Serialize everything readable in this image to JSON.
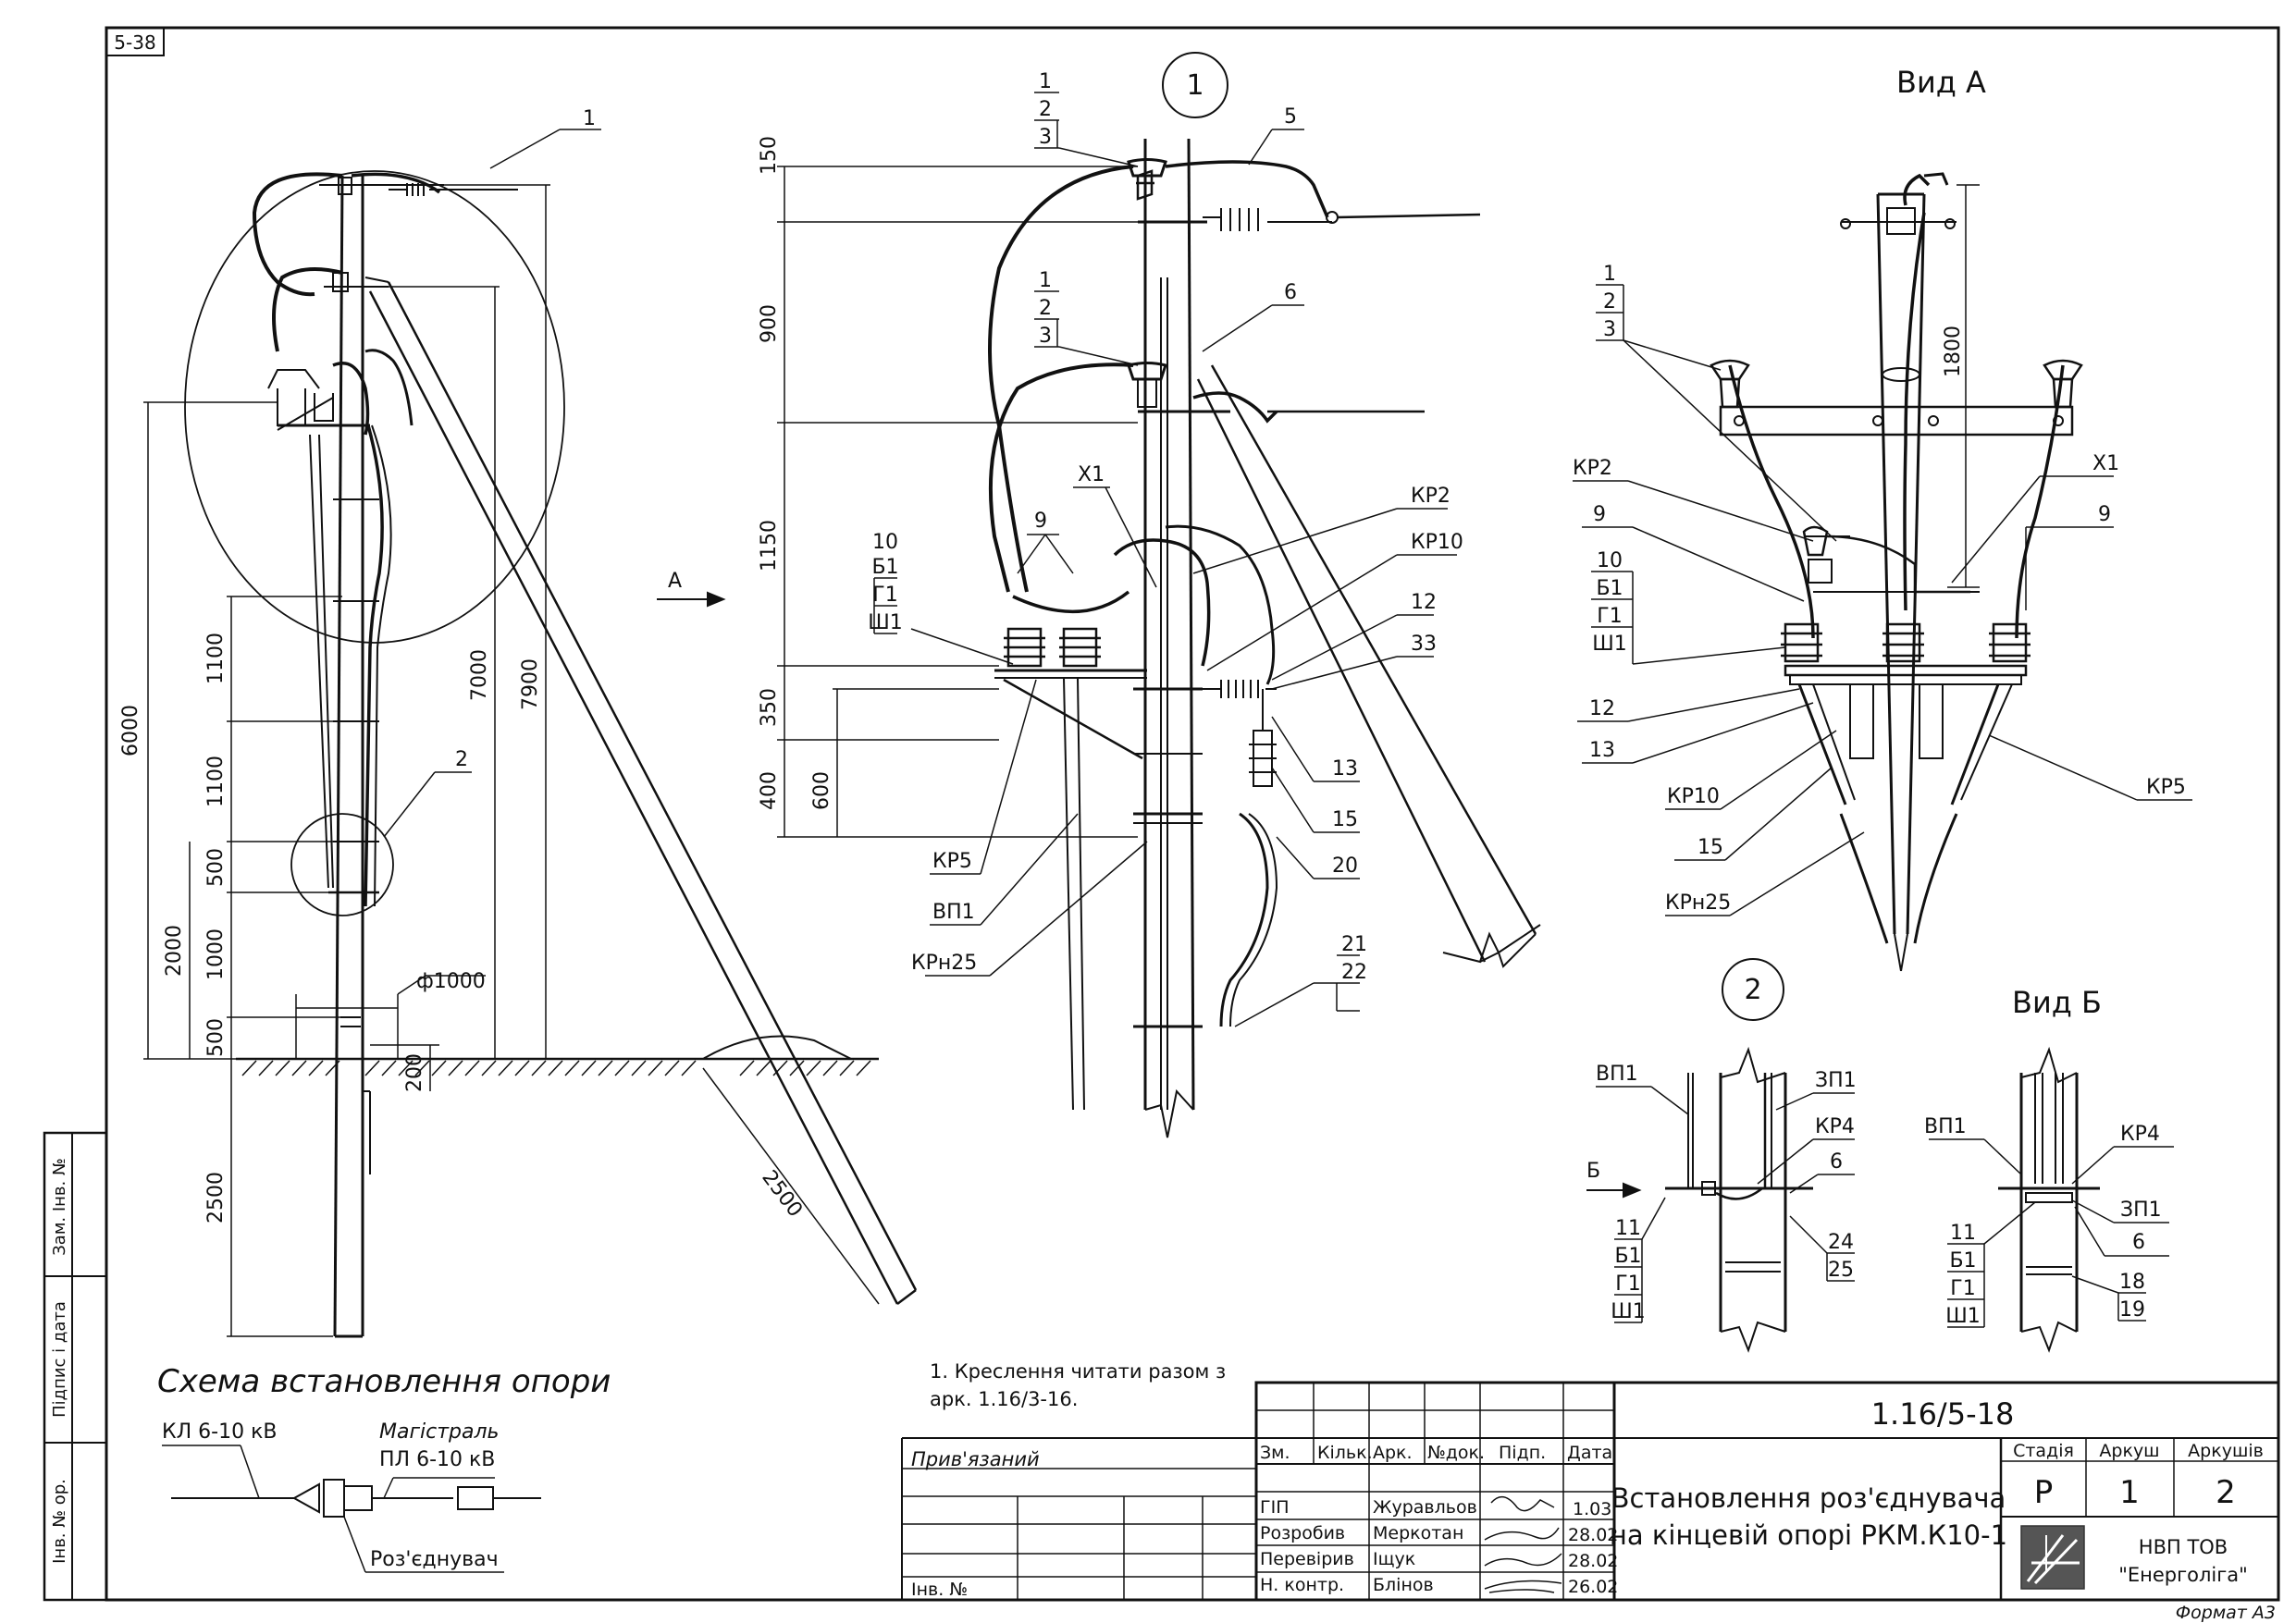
{
  "sheet": {
    "corner_label": "5-38",
    "format_label": "Формат А3"
  },
  "side_stamp": {
    "f1": "Інв. № ор.",
    "f2": "Підпис і дата",
    "f3": "Зам. Інв. №"
  },
  "main_view": {
    "callouts": [
      "1",
      "2"
    ],
    "dims": {
      "d6000": "6000",
      "d1100a": "1100",
      "d1100b": "1100",
      "d500a": "500",
      "d1000": "1000",
      "d500b": "500",
      "d2000": "2000",
      "d2500": "2500",
      "d7000": "7000",
      "d7900": "7900",
      "d200": "200",
      "d2500s": "2500",
      "phi": "ф1000"
    },
    "arrow_label": "А"
  },
  "detail1": {
    "label": "1",
    "stack_top": [
      "1",
      "2",
      "3"
    ],
    "stack_mid": [
      "1",
      "2",
      "3"
    ],
    "stack_left": [
      "10",
      "Б1",
      "Г1",
      "Ш1"
    ],
    "labels": {
      "l5": "5",
      "l6": "6",
      "l9": "9",
      "x1": "Х1",
      "kp2": "КР2",
      "kp10": "КР10",
      "l12": "12",
      "l33": "33",
      "l13": "13",
      "l15": "15",
      "l20": "20",
      "kp5": "КР5",
      "vp1": "ВП1",
      "kpn25": "КРн25",
      "l21": "21",
      "l22": "22"
    },
    "dims": {
      "d150": "150",
      "d900": "900",
      "d1150": "1150",
      "d350": "350",
      "d400": "400",
      "d600": "600"
    }
  },
  "view_a": {
    "title": "Вид А",
    "stack_left": [
      "1",
      "2",
      "3"
    ],
    "stack_10": [
      "10",
      "Б1",
      "Г1",
      "Ш1"
    ],
    "labels": {
      "kp2": "КР2",
      "l9l": "9",
      "x1": "Х1",
      "l9r": "9",
      "l12": "12",
      "l13": "13",
      "kp10": "КР10",
      "l15": "15",
      "kpn25": "КРн25",
      "kp5": "КР5"
    },
    "dim1800": "1800"
  },
  "detail2": {
    "label": "2",
    "labels": {
      "vp1": "ВП1",
      "zp1": "ЗП1",
      "kp4": "КР4",
      "b": "Б",
      "l6": "6"
    },
    "stack_11": [
      "11",
      "Б1",
      "Г1",
      "Ш1"
    ],
    "stack_24": [
      "24",
      "25"
    ]
  },
  "view_b": {
    "title": "Вид Б",
    "labels": {
      "vp1": "ВП1",
      "kp4": "КР4",
      "zp1": "ЗП1",
      "l6": "6"
    },
    "stack_11": [
      "11",
      "Б1",
      "Г1",
      "Ш1"
    ],
    "stack_18": [
      "18",
      "19"
    ]
  },
  "scheme": {
    "title": "Схема встановлення опори",
    "kl": "КЛ 6-10 кВ",
    "mag1": "Магістраль",
    "mag2": "ПЛ 6-10 кВ",
    "razed": "Роз'єднувач"
  },
  "notes": {
    "line1": "1. Креслення читати разом з",
    "line2": "арк. 1.16/3-16."
  },
  "title_block": {
    "code": "1.16/5-18",
    "pryv": "Прив'язаний",
    "inv": "Інв. №",
    "headers": [
      "Зм.",
      "Кільк.",
      "Арк.",
      "№док.",
      "Підп.",
      "Дата"
    ],
    "rows": [
      {
        "role": "ГІП",
        "name": "Журавльов",
        "date": "1.03"
      },
      {
        "role": "Розробив",
        "name": "Меркотан",
        "date": "28.02"
      },
      {
        "role": "Перевірив",
        "name": "Іщук",
        "date": "28.02"
      },
      {
        "role": "Н. контр.",
        "name": "Блінов",
        "date": "26.02"
      }
    ],
    "title_line1": "Встановлення роз'єднувача",
    "title_line2": "на кінцевій опорі РКМ.К10-1",
    "stage_label": "Стадія",
    "sheet_label": "Аркуш",
    "sheets_label": "Аркушів",
    "stage": "Р",
    "sheet": "1",
    "sheets": "2",
    "org1": "НВП ТОВ",
    "org2": "\"Енерголіга\""
  }
}
